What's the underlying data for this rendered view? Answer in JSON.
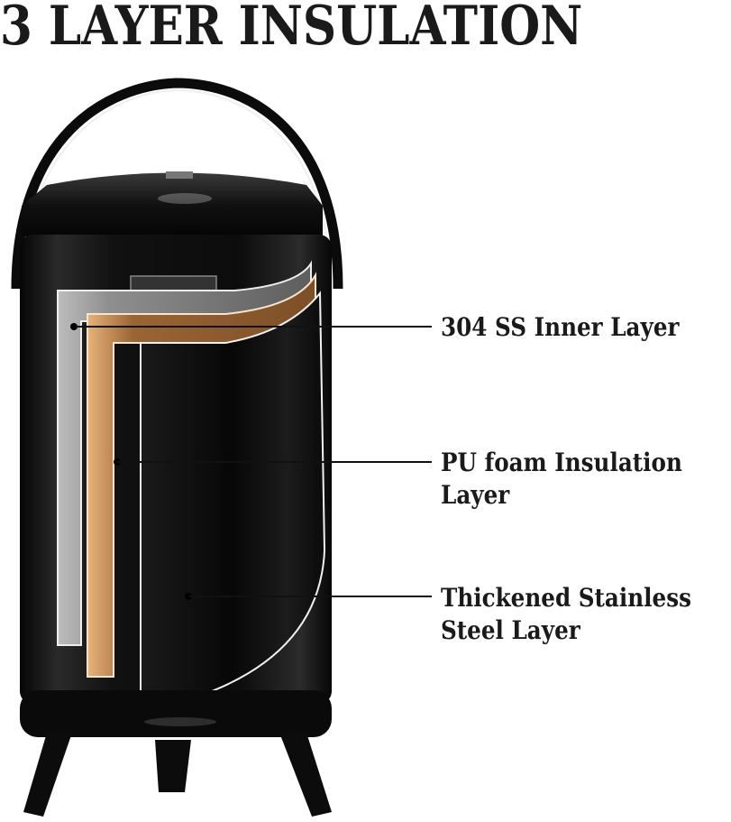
{
  "title": "3 LAYER INSULATION",
  "product": {
    "name": "insulated-beverage-dispenser",
    "colors": {
      "body": "#0d0d0d",
      "inner_layer": "#8a8a8a",
      "foam_layer": "#8c5a2e",
      "steel_layer": "#0a0a0a"
    }
  },
  "callouts": [
    {
      "label": "304 SS Inner Layer",
      "lines": [
        "304 SS Inner Layer"
      ]
    },
    {
      "label": "PU foam Insulation Layer",
      "lines": [
        "PU foam Insulation",
        "Layer"
      ]
    },
    {
      "label": "Thickened Stainless Steel Layer",
      "lines": [
        "Thickened Stainless",
        "Steel Layer"
      ]
    }
  ]
}
